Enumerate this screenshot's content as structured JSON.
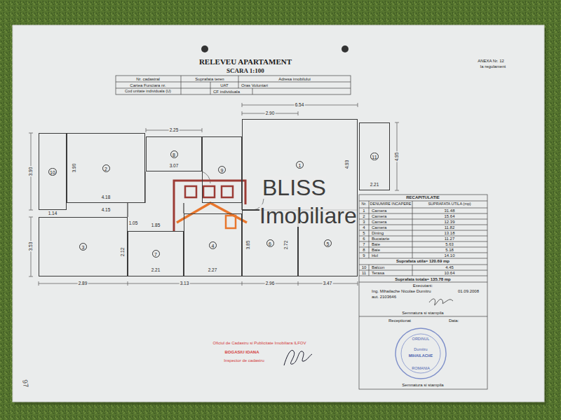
{
  "diagram": {
    "title": "RELEVEU APARTAMENT",
    "nodes": [
      {
        "text": [
          "10"
        ]
      },
      {
        "text": [
          "2"
        ]
      },
      {
        "text": [
          "8"
        ]
      },
      {
        "text": [
          "9"
        ]
      },
      {
        "text": [
          "1"
        ]
      },
      {
        "text": [
          "11"
        ]
      },
      {
        "text": [
          "3"
        ]
      },
      {
        "text": [
          "7"
        ]
      },
      {
        "text": [
          "4"
        ]
      },
      {
        "text": [
          "6"
        ]
      },
      {
        "text": [
          "5"
        ]
      }
    ],
    "labels": [
      "SCARA 1:100",
      "ANEXA Nr. 12",
      "la regulament",
      "Nr. cadastral",
      "Suprafata teren",
      "Adresa imobilului",
      "Cartea Funciara nr.",
      "UAT",
      "Oras Voluntari",
      "Cod unitate individuala (U)",
      "CF individuala",
      "BLISS",
      "Imobiliare",
      "6.54",
      "2.90",
      "2.25",
      "3.90",
      "3.90",
      "4.18",
      "4.15",
      "1.14",
      "3.53",
      "2.12",
      "1.05",
      "1.85",
      "2.21",
      "2.27",
      "2.89",
      "3.13",
      "2.96",
      "3.47",
      "4.93",
      "4.95",
      "2.21",
      "2.72",
      "3.85",
      "3.07",
      "RECAPITULATIE",
      "Nr.",
      "DENUMIRE INCAPERE",
      "SUPRAFATA UTILA (mp)",
      "1",
      "Camera",
      "31.48",
      "2",
      "Camera",
      "15.64",
      "3",
      "Camera",
      "12.39",
      "4",
      "Camera",
      "11.82",
      "5",
      "Dining",
      "13.18",
      "6",
      "Bucatarie",
      "11.27",
      "7",
      "Baie",
      "5.63",
      "8",
      "Baie",
      "5.18",
      "9",
      "Hol",
      "14.10",
      "Suprafata utila= 120.69 mp",
      "10",
      "Balcon",
      "4.45",
      "11",
      "Terasa",
      "10.64",
      "Suprafata totala= 135.78 mp",
      "Executant:",
      "Ing. Mihailache Nicolae Dumitru",
      "aut. 2103646",
      "01.09.2008",
      "Semnatura si stampila",
      "Receptionat",
      "Data:",
      "Semnatura si stampila",
      "Oficiul de Cadastru si Publicitate Imobiliara ILFOV",
      "BOGASIU IOANA",
      "Inspector de cadastru",
      "ORDINUL",
      "Dumitru",
      "MIHAILACHE",
      "ROMANIA",
      "97"
    ]
  }
}
